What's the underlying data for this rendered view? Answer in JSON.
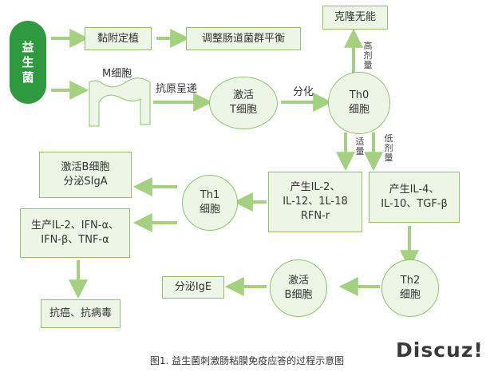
{
  "probiotic": "益\n生\n菌",
  "adhere": "黏附定植",
  "balance": "调整肠道菌群平衡",
  "clonal": "克隆无能",
  "mcell": "M细胞",
  "antigen": "抗原呈递",
  "activate_t": "激活\nT细胞",
  "differentiate": "分化",
  "th0": "Th0\n细胞",
  "high_dose": "高\n剂\n量",
  "moderate_dose": "适\n量",
  "low_dose": "低\n剂\n量",
  "activate_b": "激活B细胞\n分泌SIgA",
  "th1": "Th1\n细胞",
  "il2_rfn": "产生IL-2、\nIL-12、1L-18\nRFN-r",
  "il4_tgf": "产生IL-4、\nIL-10、TGF-β",
  "produce_ifn": "生产IL-2、IFN-α、\nIFN-β、TNF-α",
  "th2": "Th2\n细胞",
  "activate_b_cell": "激活\nB细胞",
  "secrete_ige": "分泌IgE",
  "anti_cancer": "抗癌、抗病毒",
  "caption": "图1. 益生菌刺激肠粘膜免疫应答的过程示意图",
  "watermark": "Discuz!",
  "colors": {
    "box_fill": "#edf6e6",
    "box_border": "#8fc26a",
    "arrow": "#a3d17f",
    "probiotic": "#2e9a3f"
  }
}
